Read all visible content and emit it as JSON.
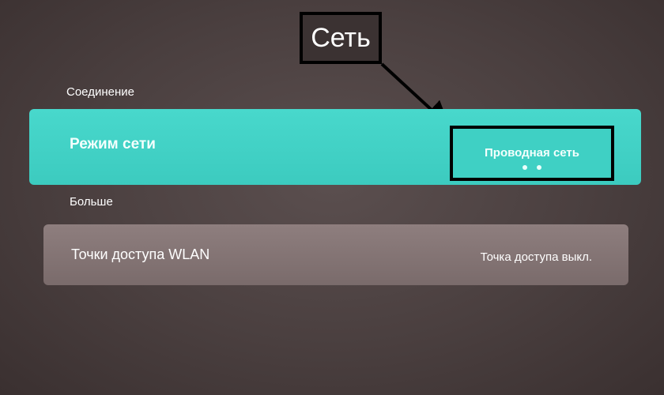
{
  "annotation": {
    "label": "Сеть"
  },
  "sections": {
    "connection_header": "Соединение",
    "more_header": "Больше"
  },
  "network_mode": {
    "label": "Режим сети",
    "value": "Проводная сеть"
  },
  "wlan_hotspot": {
    "label": "Точки доступа WLAN",
    "value": "Точка доступа выкл."
  },
  "colors": {
    "background": "#4a3f3f",
    "selected_row": "#45d5c9",
    "row": "#857676",
    "annotation_border": "#000000"
  }
}
